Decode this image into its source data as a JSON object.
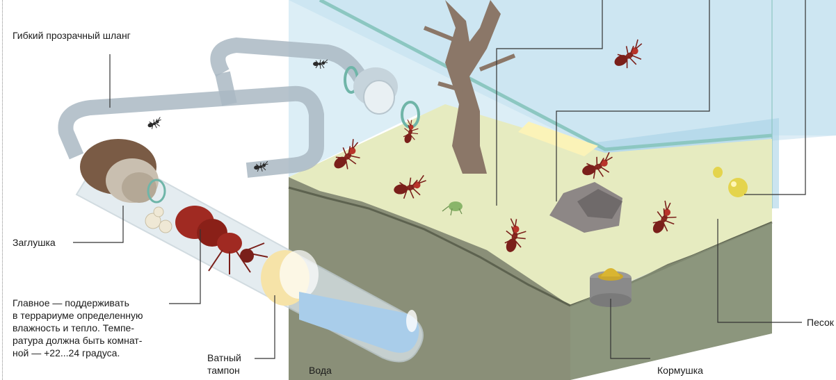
{
  "labels": {
    "hose": "Гибкий прозрачный шланг",
    "plug": "Заглушка",
    "main_note": "Главное — поддерживать\nв террариуме определенную\nвлажность и тепло. Темпе-\nратура должна быть комнат-\nной — +22...24 градуса.",
    "cotton": "Ватный\nтампон",
    "water": "Вода",
    "feeder": "Кормушка",
    "sand": "Песок"
  },
  "colors": {
    "glass": "#bfe0ee",
    "glass_edge": "#8cc7c1",
    "sand_top": "#e6ebc0",
    "soil_front": "#8a8f78",
    "soil_side": "#757a66",
    "ant": "#7a1f1a",
    "ant_head": "#b8342a",
    "tube": "#c7d3db",
    "water": "#a9cdea",
    "cotton": "#f6e3a8",
    "cork": "#7a5b45",
    "leader": "#333333"
  }
}
